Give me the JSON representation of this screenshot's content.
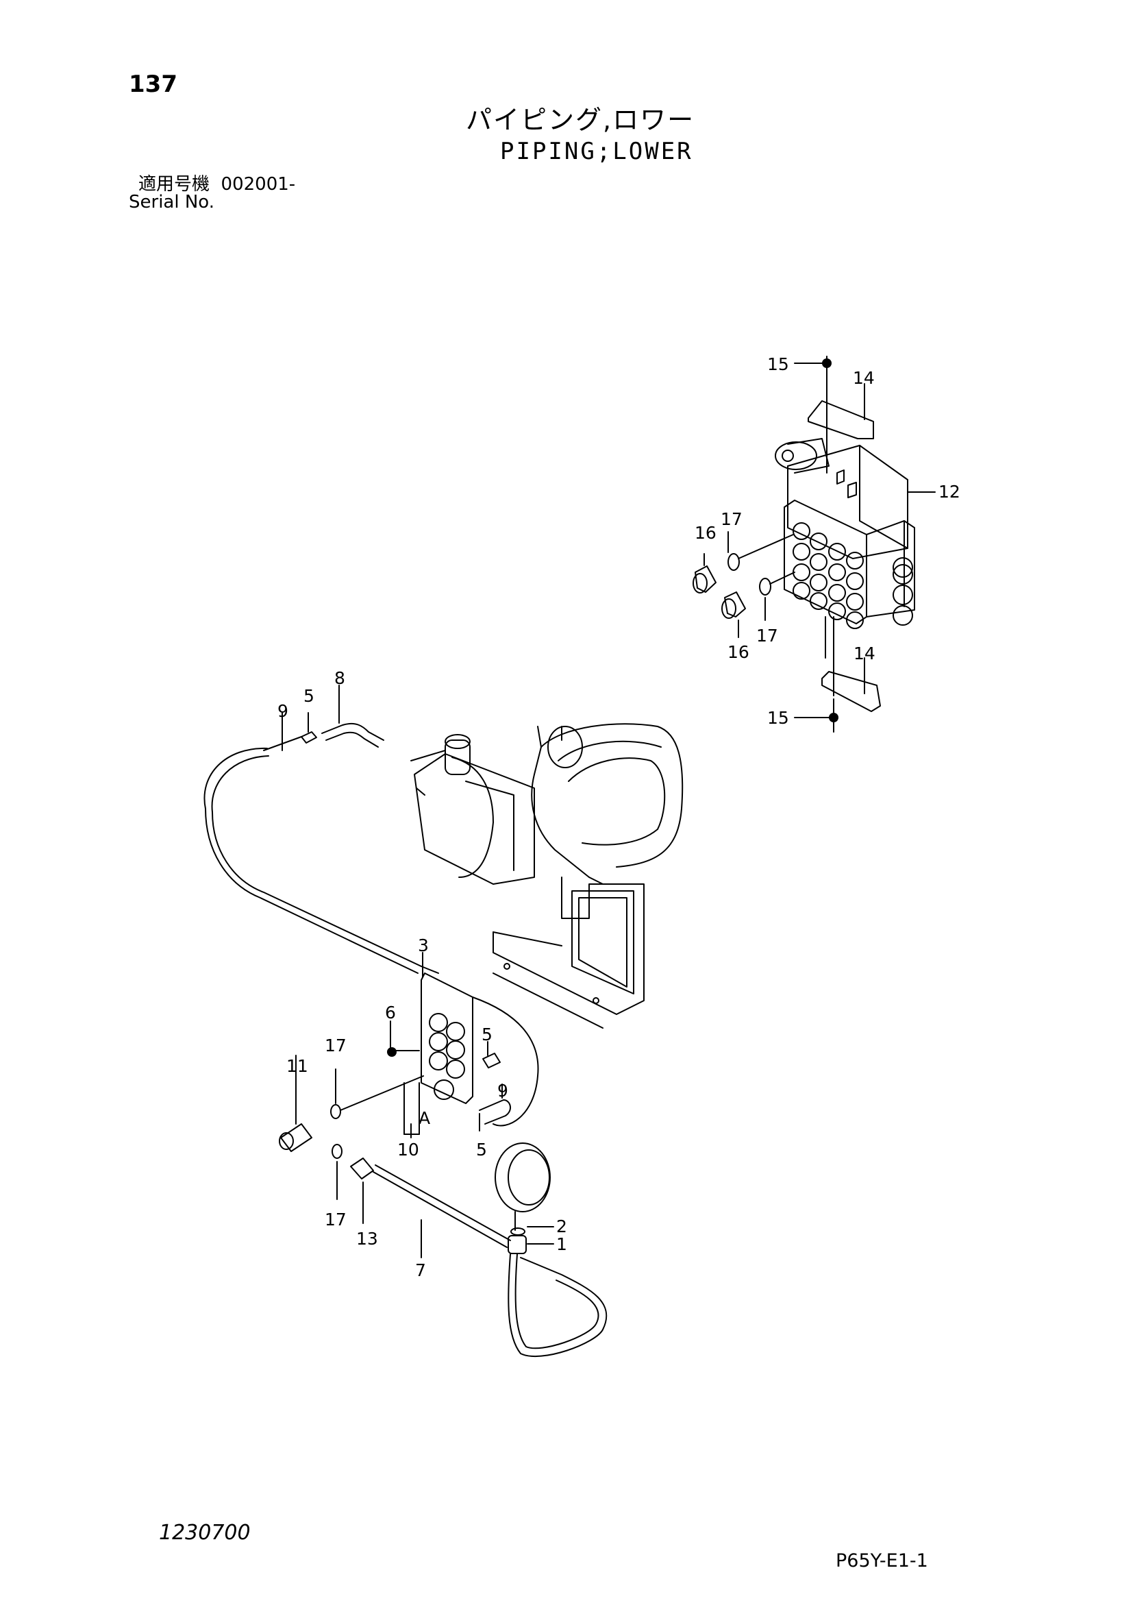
{
  "header": {
    "page_number": "137",
    "title_ja": "パイピング,ロワー",
    "title_en": "PIPING;LOWER",
    "serial_label_ja": "適用号機",
    "serial_value": "002001-",
    "serial_label_en": "Serial No."
  },
  "diagram": {
    "callouts": {
      "c15a": "15",
      "c14a": "14",
      "c12": "12",
      "c16a": "16",
      "c17a": "17",
      "c17b": "17",
      "c16b": "16",
      "c14b": "14",
      "c15b": "15",
      "c8": "8",
      "c5a": "5",
      "c9a": "9",
      "c3": "3",
      "c6": "6",
      "c11": "11",
      "c17c": "17",
      "c5b": "5",
      "cA": "A",
      "c9b": "9",
      "c10": "10",
      "c5c": "5",
      "c17d": "17",
      "c13": "13",
      "c2": "2",
      "c1": "1",
      "c7": "7"
    }
  },
  "footer": {
    "left_code": "1230700",
    "right_code": "P65Y-E1-1"
  }
}
